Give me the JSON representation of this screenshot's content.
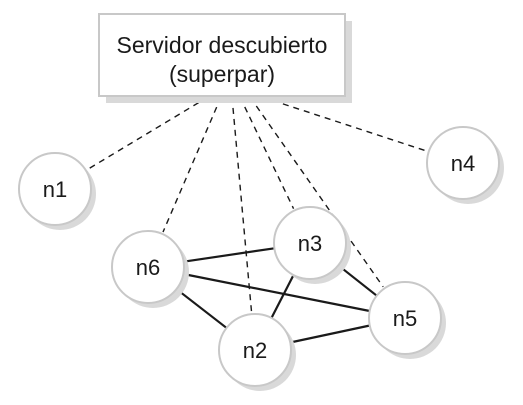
{
  "server": {
    "line1": "Servidor descubierto",
    "line2": "(superpar)"
  },
  "nodes": [
    {
      "id": "n1",
      "label": "n1"
    },
    {
      "id": "n2",
      "label": "n2"
    },
    {
      "id": "n3",
      "label": "n3"
    },
    {
      "id": "n4",
      "label": "n4"
    },
    {
      "id": "n5",
      "label": "n5"
    },
    {
      "id": "n6",
      "label": "n6"
    }
  ],
  "server_links": [
    "n1",
    "n6",
    "n2",
    "n3",
    "n5",
    "n4"
  ],
  "peer_links": [
    [
      "n6",
      "n3"
    ],
    [
      "n6",
      "n5"
    ],
    [
      "n6",
      "n2"
    ],
    [
      "n3",
      "n2"
    ],
    [
      "n3",
      "n5"
    ],
    [
      "n2",
      "n5"
    ]
  ],
  "colors": {
    "stroke": "#1a1a1a",
    "circle_border": "#c8c8c8",
    "shadow": "#d9d9d9",
    "box_border": "#c8c8c8",
    "background": "#ffffff"
  }
}
